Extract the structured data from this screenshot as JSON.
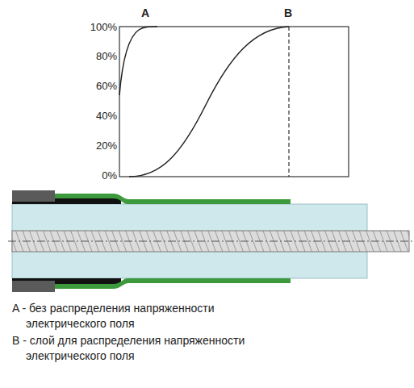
{
  "diagram": {
    "labels": [
      "A",
      "B",
      "100%",
      "80%",
      "60%",
      "40%",
      "20%",
      "0%",
      "A - без распределения напряженности электрического поля",
      "B - слой для распределения напряженности электрического поля"
    ]
  }
}
